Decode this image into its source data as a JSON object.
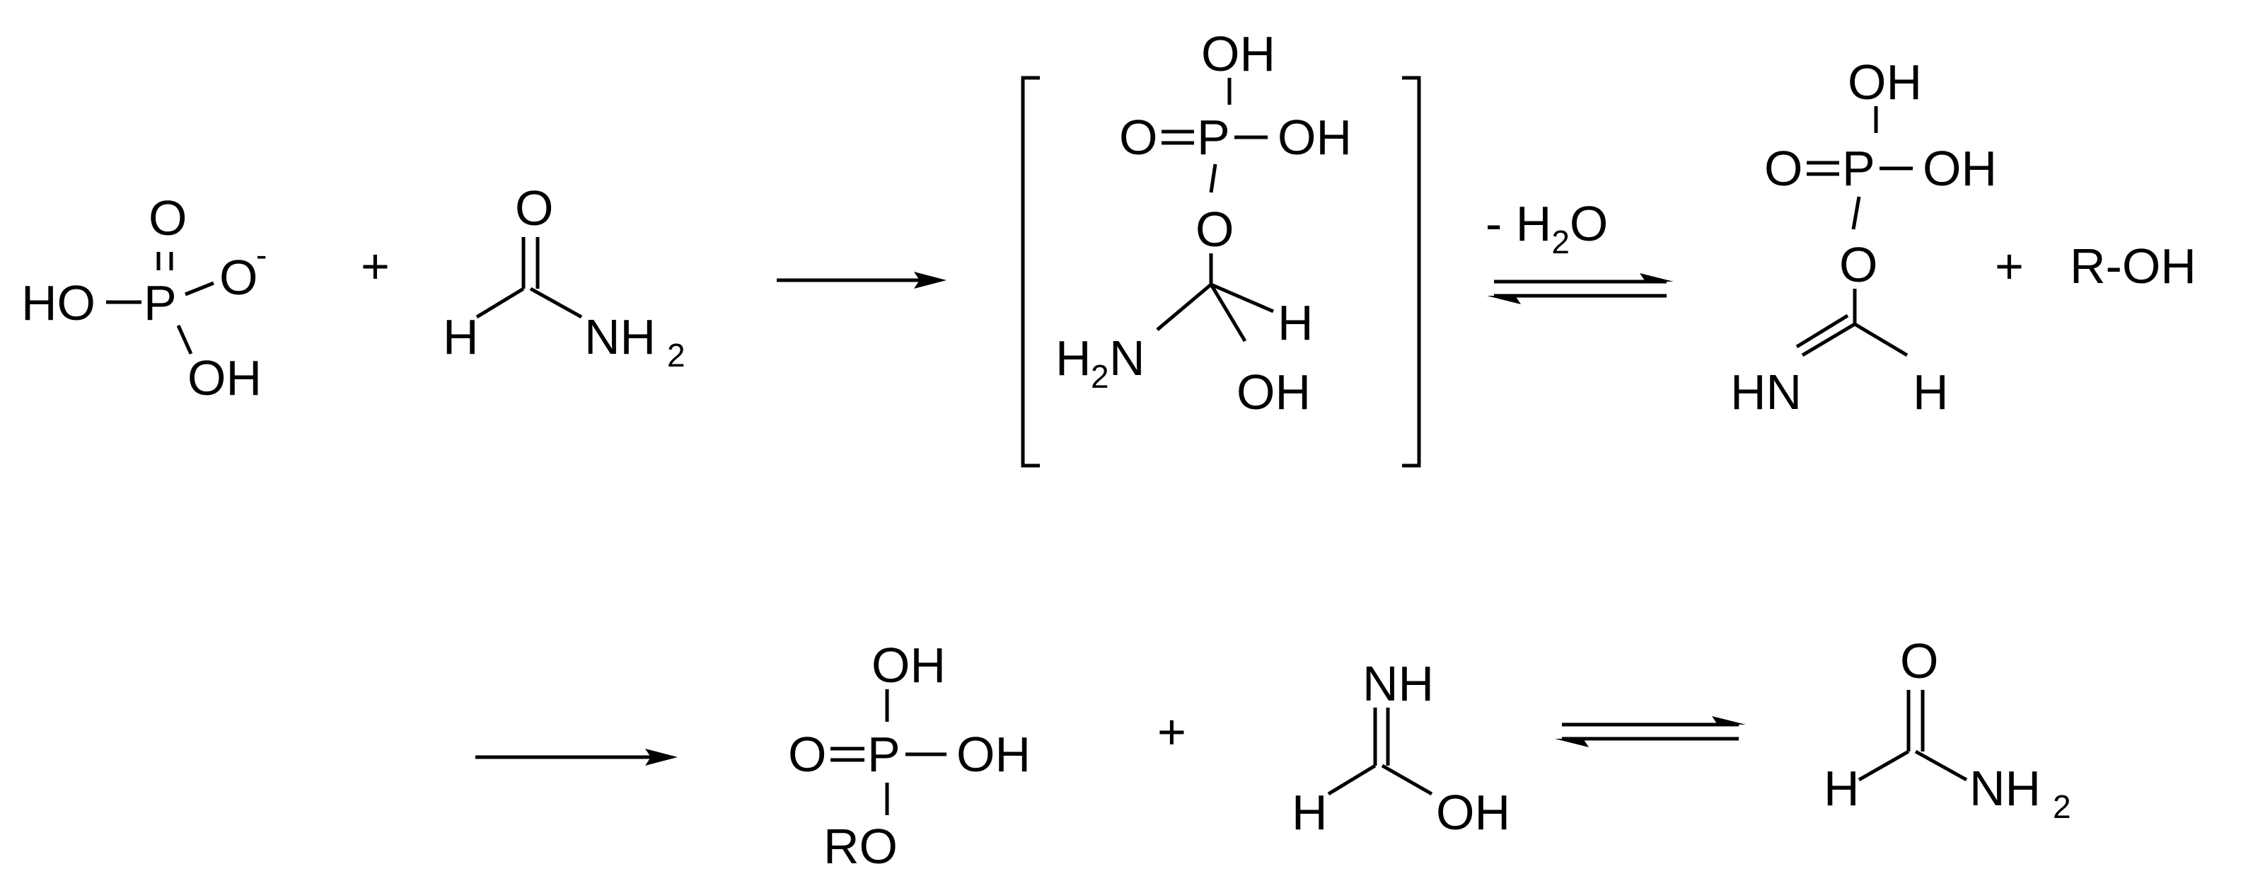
{
  "atoms": {
    "ho": "HO",
    "oh": "OH",
    "o": "O",
    "p": "P",
    "h": "H",
    "n": "N",
    "nh": "NH",
    "hn": "HN",
    "ro": "RO",
    "r_oh": "R-OH",
    "neg": "-",
    "two": "2"
  },
  "operators": {
    "plus": "+"
  },
  "conditions": {
    "minus_water_prefix": "- H",
    "minus_water_suffix": "O",
    "water_subscript": "2"
  }
}
